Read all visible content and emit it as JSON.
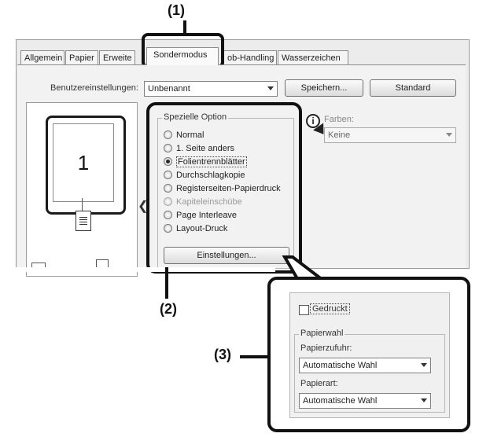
{
  "callouts": {
    "c1": "(1)",
    "c2": "(2)",
    "c3": "(3)"
  },
  "tabs": [
    {
      "label": "Allgemein"
    },
    {
      "label": "Papier"
    },
    {
      "label": "Erweite"
    },
    {
      "label": "Sondermodus"
    },
    {
      "label": "ob-Handling"
    },
    {
      "label": "Wasserzeichen"
    }
  ],
  "header": {
    "settings_label": "Benutzereinstellungen:",
    "settings_value": "Unbenannt",
    "save_button": "Speichern...",
    "standard_button": "Standard"
  },
  "preview": {
    "page_number": "1"
  },
  "special_option": {
    "legend": "Spezielle Option",
    "options": [
      {
        "label": "Normal",
        "selected": false,
        "disabled": false
      },
      {
        "label": "1. Seite anders",
        "selected": false,
        "disabled": false
      },
      {
        "label": "Folientrennblätter",
        "selected": true,
        "disabled": false
      },
      {
        "label": "Durchschlagkopie",
        "selected": false,
        "disabled": false
      },
      {
        "label": "Registerseiten-Papierdruck",
        "selected": false,
        "disabled": false
      },
      {
        "label": "Kapiteleinschübe",
        "selected": false,
        "disabled": true
      },
      {
        "label": "Page Interleave",
        "selected": false,
        "disabled": false
      },
      {
        "label": "Layout-Druck",
        "selected": false,
        "disabled": false
      }
    ],
    "settings_button": "Einstellungen..."
  },
  "color": {
    "label": "Farben:",
    "value": "Keine"
  },
  "popup": {
    "printed_checkbox": "Gedruckt",
    "paper_group_label": "Papierwahl",
    "paper_source_label": "Papierzufuhr:",
    "paper_source_value": "Automatische Wahl",
    "paper_type_label": "Papierart:",
    "paper_type_value": "Automatische Wahl"
  }
}
